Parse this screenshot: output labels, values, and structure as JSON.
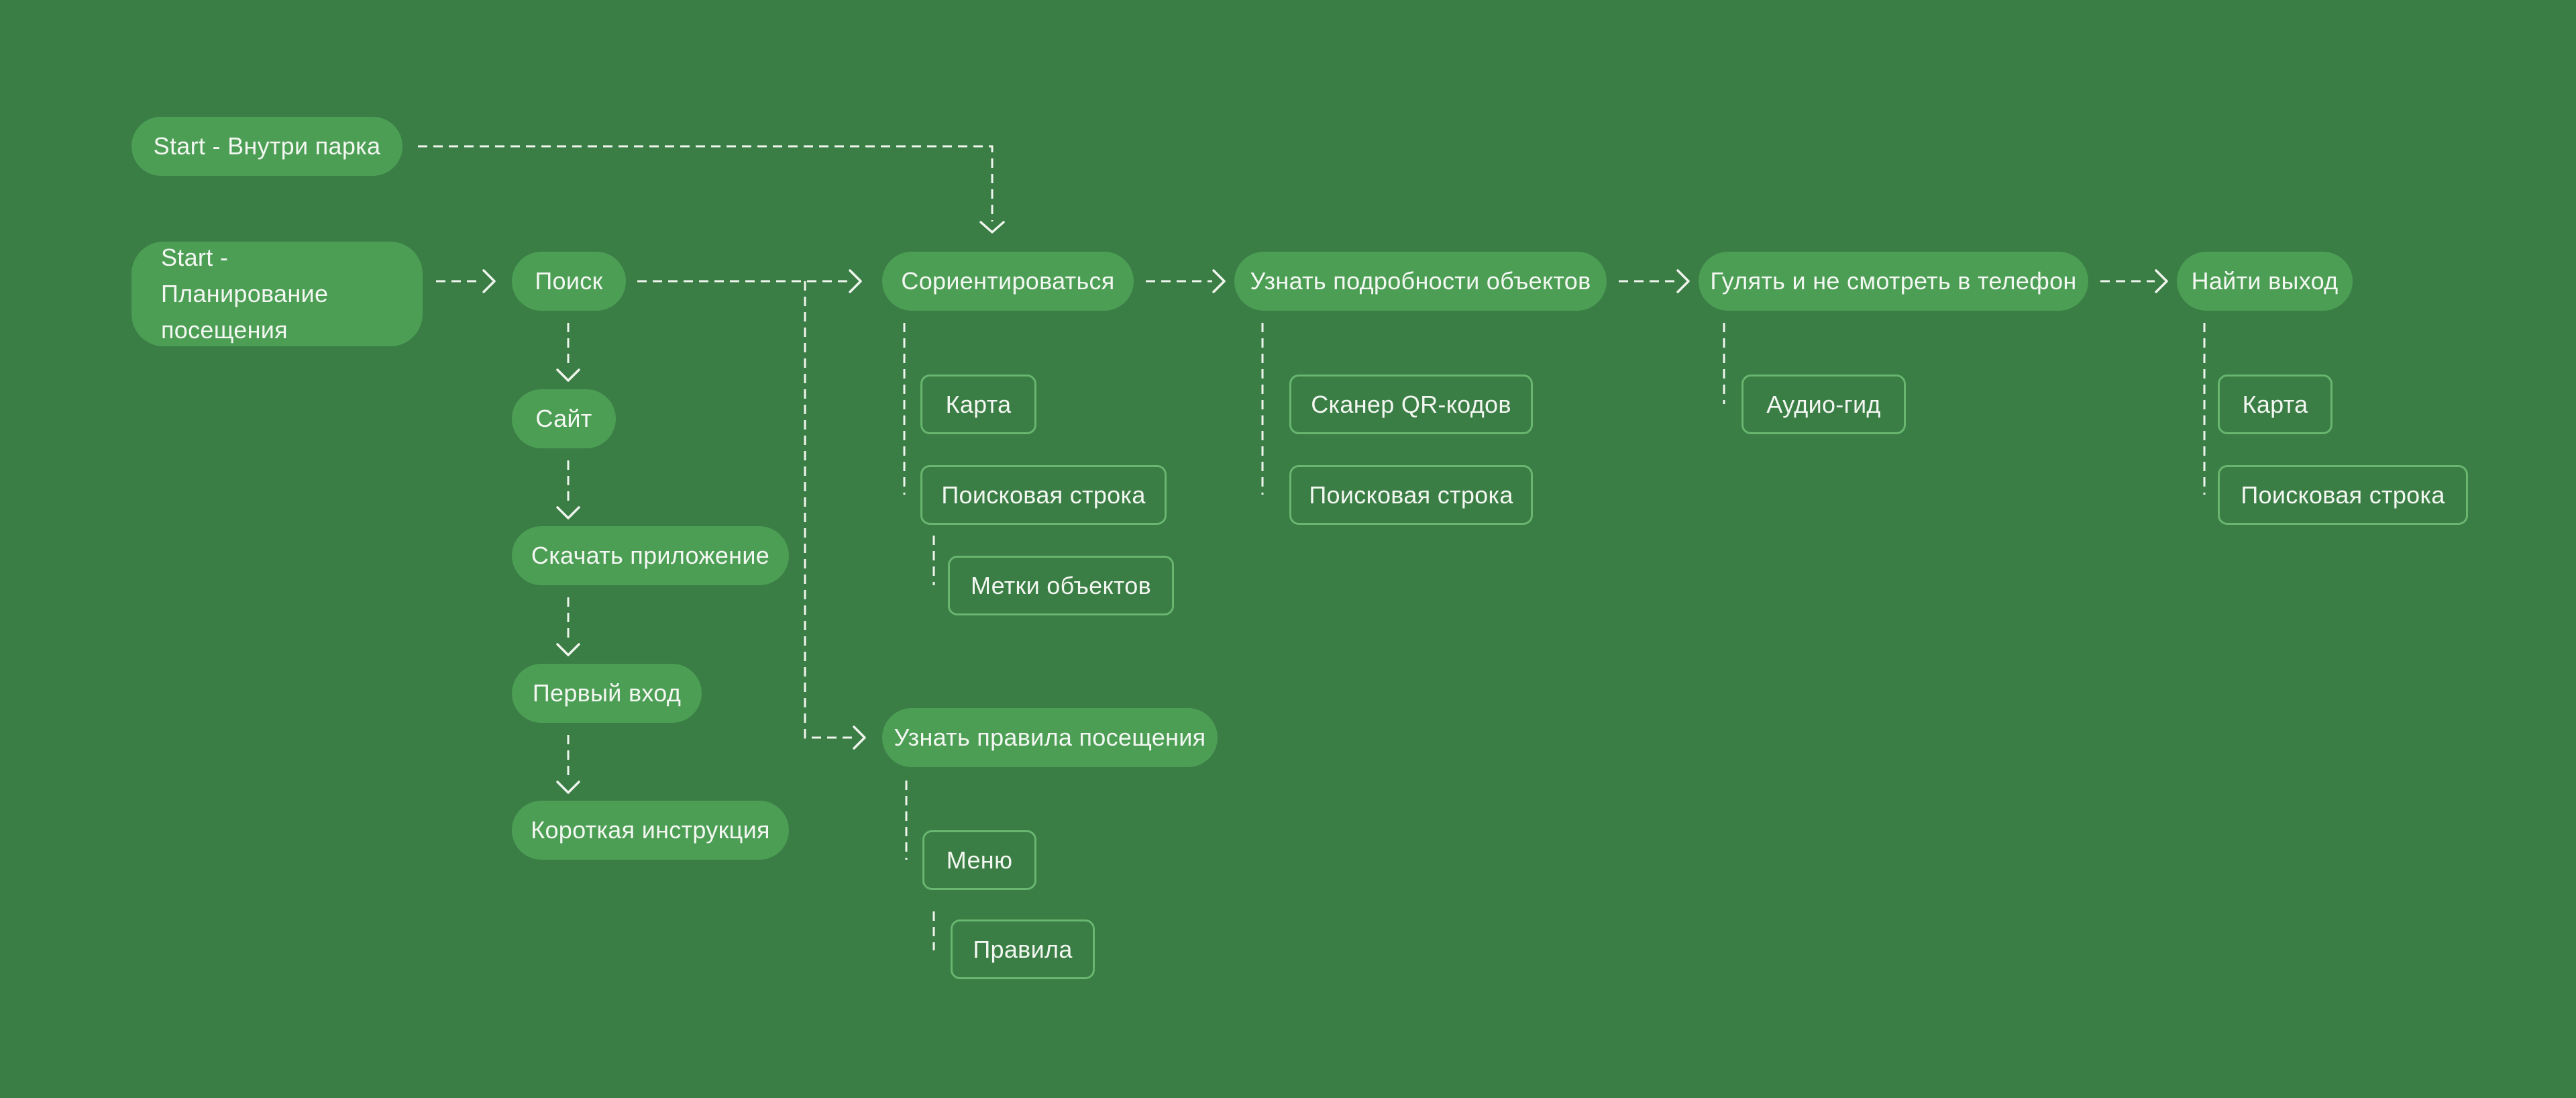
{
  "colors": {
    "bg": "#3A7D45",
    "pill": "#4C9E55",
    "outline": "#68B66F",
    "text": "#F3F7F1",
    "line": "#EFF5ED"
  },
  "flow": {
    "start_inside": "Start - Внутри парка",
    "start_planning": "Start - Планирование посещения",
    "poisk": "Поиск",
    "sait": "Сайт",
    "skachat_prilozhenie": "Скачать приложение",
    "pervyi_vhod": "Первый вход",
    "korotkaya_instrukciya": "Короткая инструкция",
    "sorientirovatsya": "Сориентироваться",
    "karta_1": "Карта",
    "poiskovaya_stroka_1": "Поисковая строка",
    "metki_obektov": "Метки объектов",
    "uznat_podrobnosti": "Узнать подробности объектов",
    "skaner_qr": "Сканер QR-кодов",
    "poiskovaya_stroka_2": "Поисковая строка",
    "gulyat": "Гулять и не смотреть в телефон",
    "audio_gid": "Аудио-гид",
    "naiti_vyhod": "Найти выход",
    "karta_2": "Карта",
    "poiskovaya_stroka_3": "Поисковая строка",
    "uznat_pravila": "Узнать правила посещения",
    "menu": "Меню",
    "pravila": "Правила"
  }
}
